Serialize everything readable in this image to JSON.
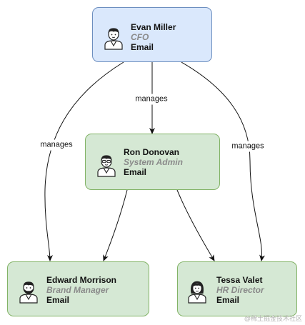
{
  "edge_label": "manages",
  "nodes": {
    "evan": {
      "name": "Evan Miller",
      "role": "CFO",
      "email": "Email"
    },
    "ron": {
      "name": "Ron Donovan",
      "role": "System Admin",
      "email": "Email"
    },
    "edward": {
      "name": "Edward Morrison",
      "role": "Brand Manager",
      "email": "Email"
    },
    "tessa": {
      "name": "Tessa Valet",
      "role": "HR Director",
      "email": "Email"
    }
  },
  "watermark": "@稀土掘金技术社区",
  "colors": {
    "exec_fill": "#dae8fc",
    "exec_stroke": "#6c8ebf",
    "staff_fill": "#d5e8d4",
    "staff_stroke": "#82b366"
  }
}
